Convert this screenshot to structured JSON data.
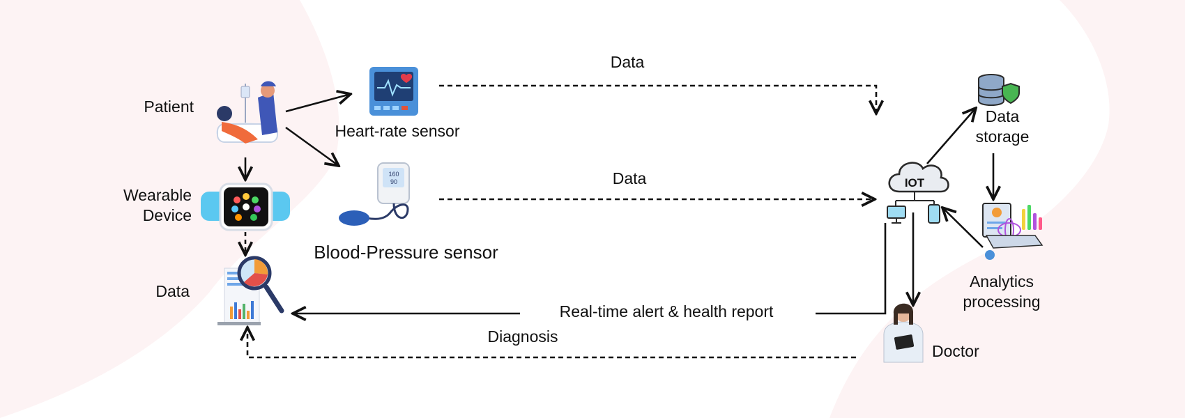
{
  "nodes": {
    "patient": "Patient",
    "wearable_line1": "Wearable",
    "wearable_line2": "Device",
    "data_report": "Data",
    "heart_rate": "Heart-rate sensor",
    "blood_pressure": "Blood-Pressure sensor",
    "iot_hub": "IOT",
    "storage_line1": "Data",
    "storage_line2": "storage",
    "analytics_line1": "Analytics",
    "analytics_line2": "processing",
    "doctor": "Doctor"
  },
  "edges": {
    "heart_data": "Data",
    "bp_data": "Data",
    "alert": "Real-time alert & health report",
    "diagnosis": "Diagnosis"
  },
  "icons": {
    "patient": "patient-with-nurse-icon",
    "heart_rate": "heart-rate-monitor-icon",
    "blood_pressure": "blood-pressure-monitor-icon",
    "wearable": "smartwatch-icon",
    "report": "magnifier-report-icon",
    "iot": "iot-cloud-icon",
    "storage": "database-shield-icon",
    "analytics": "analytics-dashboard-icon",
    "doctor": "doctor-icon"
  },
  "colors": {
    "background_blob": "#fdf3f4",
    "line": "#111111",
    "monitor_blue": "#4a90d9",
    "watch_band": "#5bc8f0"
  }
}
